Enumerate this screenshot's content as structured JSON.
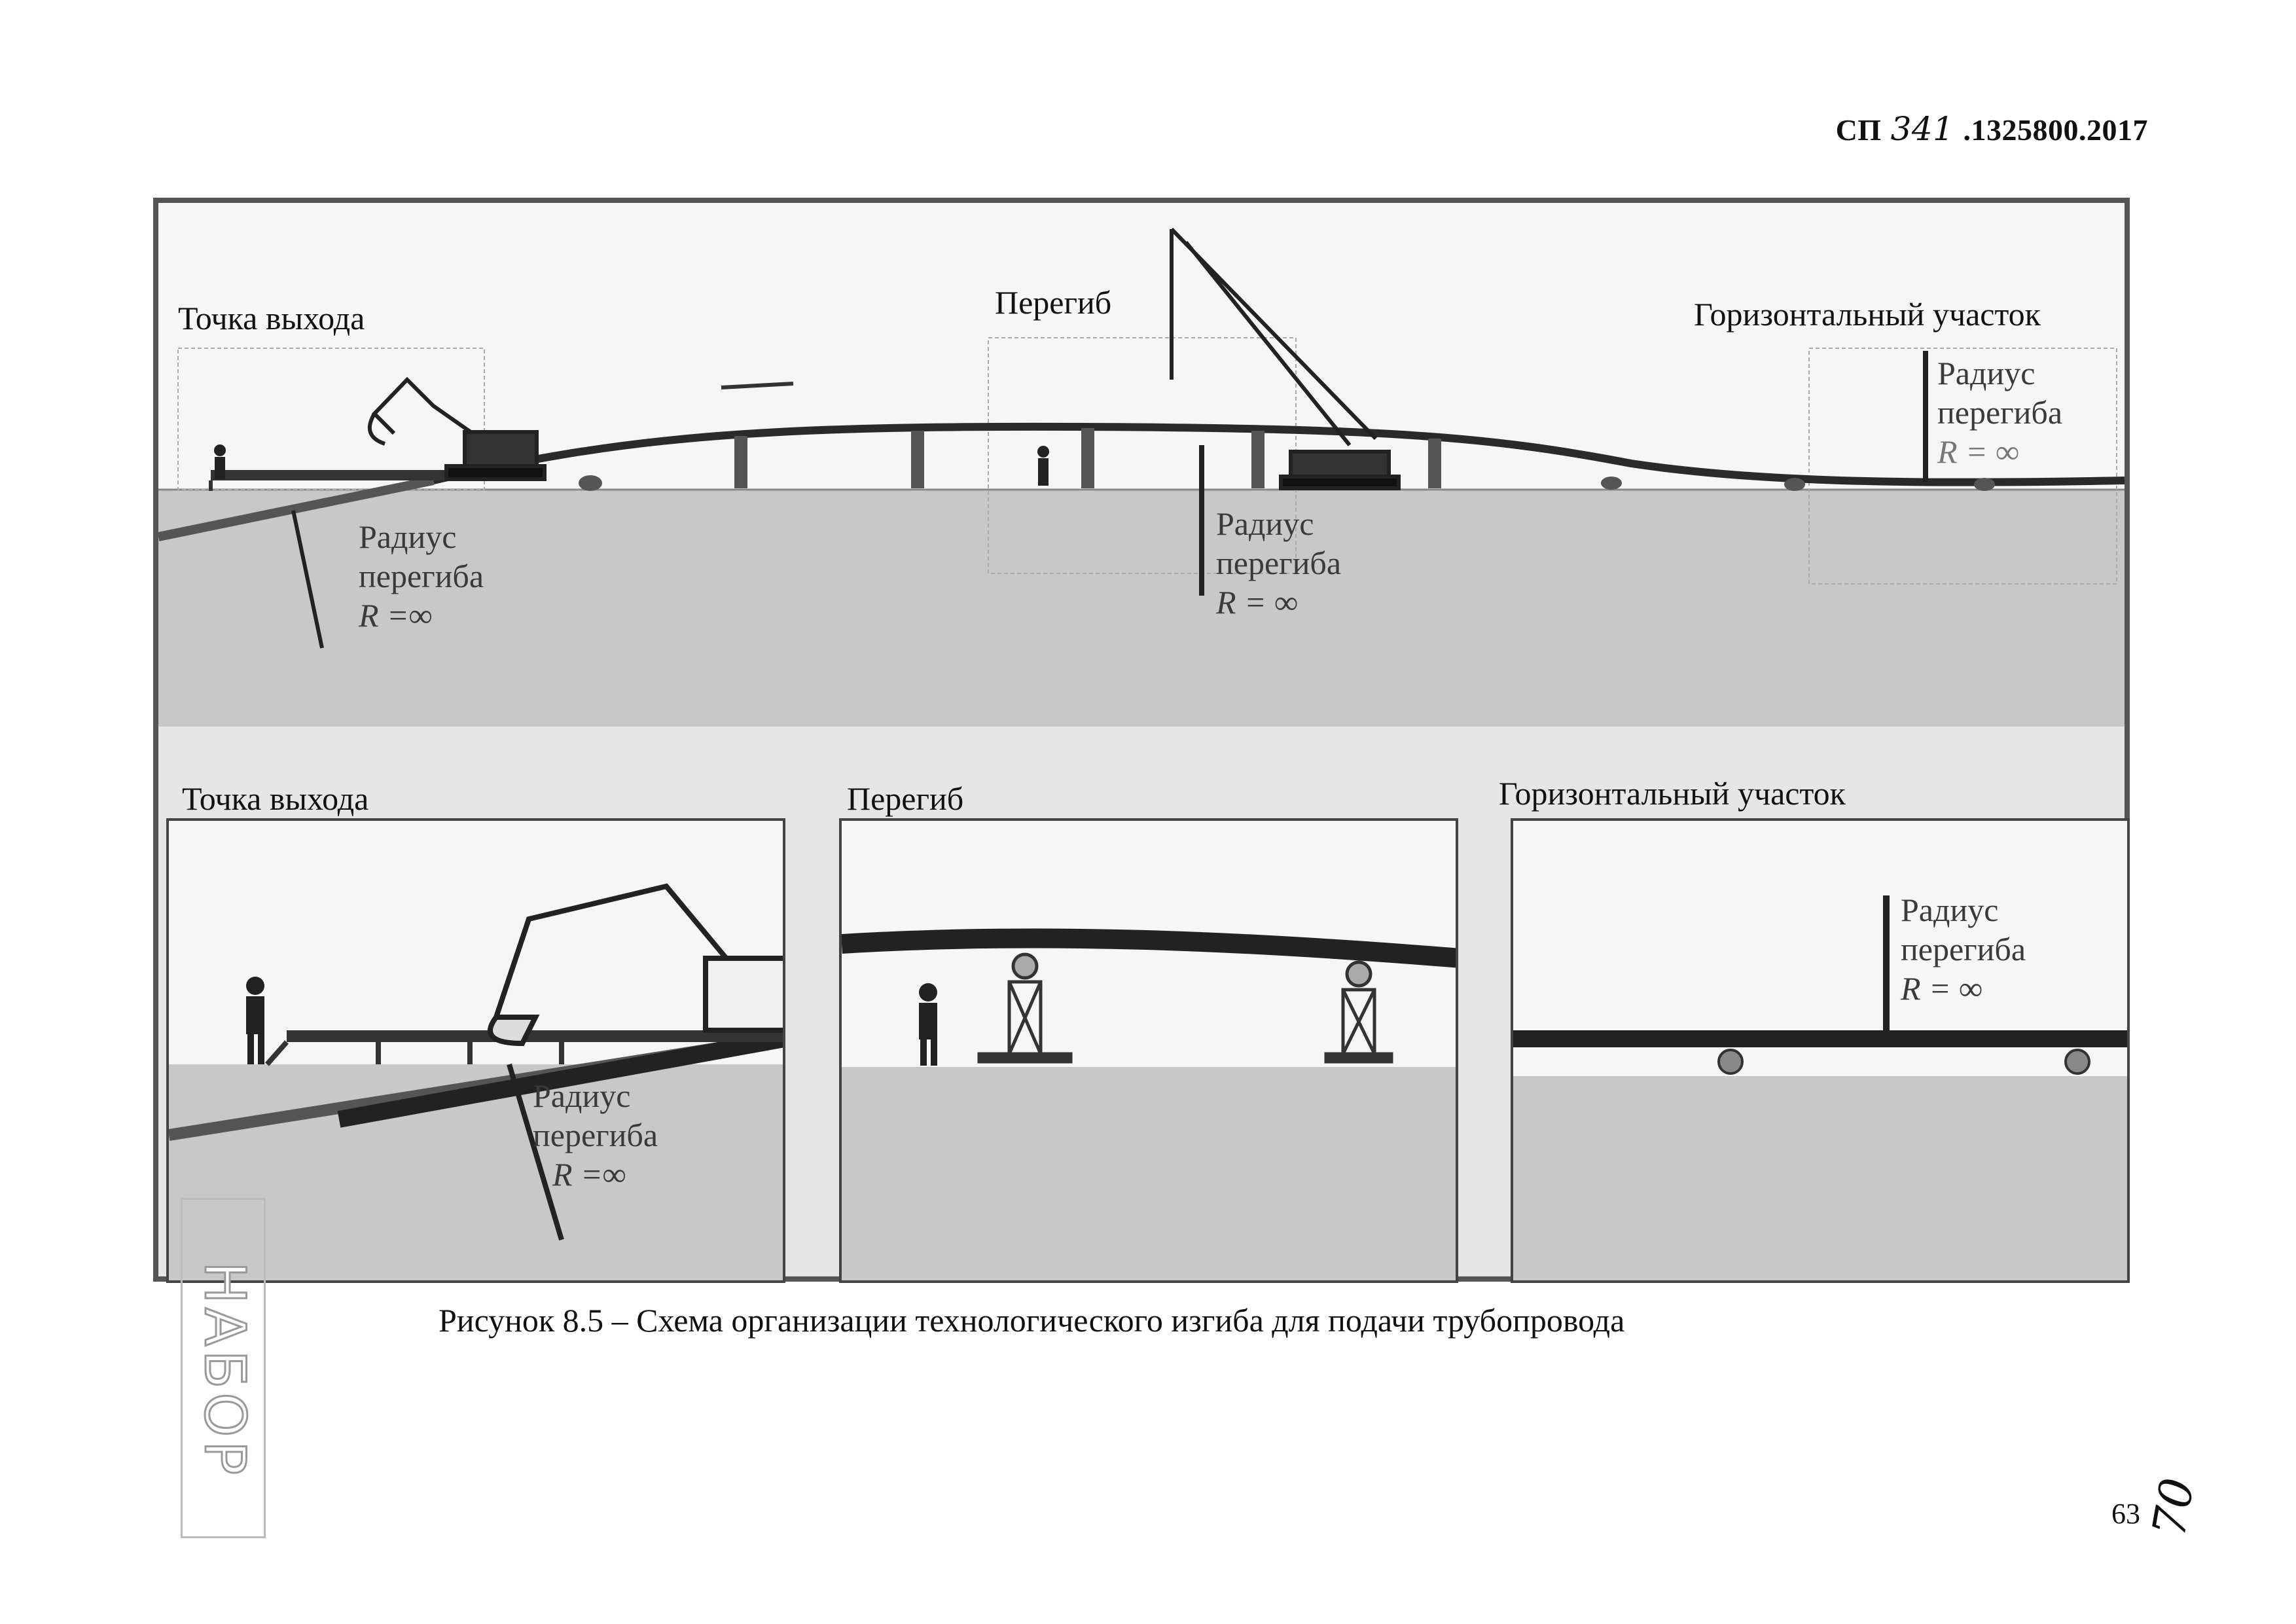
{
  "header": {
    "prefix": "СП",
    "handwritten_number": "341",
    "suffix": ".1325800.2017"
  },
  "figure": {
    "top_panel": {
      "label_exit": "Точка выхода",
      "label_bend": "Перегиб",
      "label_horizontal": "Горизонтальный участок",
      "radius_exit": [
        "Радиус",
        "перегиба",
        "R =∞"
      ],
      "radius_bend": [
        "Радиус",
        "перегиба",
        "R = ∞"
      ],
      "radius_horizontal": [
        "Радиус",
        "перегиба",
        "R = ∞"
      ]
    },
    "bottom_panels": [
      {
        "title": "Точка выхода",
        "radius": [
          "Радиус",
          "перегиба",
          "R =∞"
        ]
      },
      {
        "title": "Перегиб"
      },
      {
        "title": "Горизонтальный участок",
        "radius": [
          "Радиус",
          "перегиба",
          "R = ∞"
        ]
      }
    ]
  },
  "caption": "Рисунок 8.5 – Схема организации технологического изгиба для подачи трубопровода",
  "page_number": "63",
  "handwritten_page": "70",
  "stamp": "НАБОР",
  "colors": {
    "ground": "#c8c8c8",
    "sky": "#f6f6f6",
    "pipe": "#2a2a2a",
    "frame": "#555555"
  }
}
